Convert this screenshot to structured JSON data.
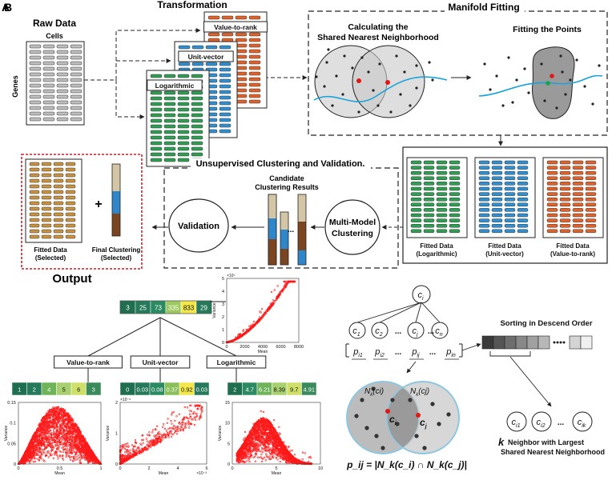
{
  "panel_labels": {
    "a": "A",
    "b": "B"
  },
  "raw": {
    "title": "Raw Data",
    "cols_label": "Cells",
    "rows_label": "Genes"
  },
  "transformation": {
    "title": "Transformation",
    "cards": [
      {
        "label": "Value-to-rank",
        "color": "#e0622a"
      },
      {
        "label": "Unit-vector",
        "color": "#2f8fd0"
      },
      {
        "label": "Logarithmic",
        "color": "#2e9e52"
      }
    ]
  },
  "manifold": {
    "title": "Manifold Fitting",
    "left_title_1": "Calculating the",
    "left_title_2": "Shared Nearest Neighborhood",
    "right_title": "Fitting the Points"
  },
  "fitted": {
    "items": [
      {
        "line1": "Fitted Data",
        "line2": "(Logarithmic)",
        "color": "#2e9e52"
      },
      {
        "line1": "Fitted Data",
        "line2": "(Unit-vector)",
        "color": "#2f8fd0"
      },
      {
        "line1": "Fitted Data",
        "line2": "(Value-to-rank)",
        "color": "#e0622a"
      }
    ]
  },
  "clustering": {
    "title": "Unsupervised Clustering and Validation.",
    "candidate_1": "Candidate",
    "candidate_2": "Clustering Results",
    "multi_1": "Multi-Model",
    "multi_2": "Clustering",
    "validation": "Validation",
    "ellipsis": "...",
    "plus": "+"
  },
  "output": {
    "title": "Output",
    "fitted_1": "Fitted Data",
    "fitted_2": "(Selected)",
    "final_1": "Final Clustering",
    "final_2": "(Selected)"
  },
  "panel_b": {
    "root_values": [
      "3",
      "25",
      "73",
      "335",
      "833",
      "29"
    ],
    "branches": [
      {
        "label": "Value-to-rank",
        "values": [
          "1",
          "2",
          "4",
          "5",
          "6",
          "3"
        ],
        "xticks": [
          "0",
          "0.5",
          "1"
        ],
        "yticks": [
          "0",
          "0.05",
          "0.1",
          "0.15"
        ],
        "ylabel": "Variance",
        "xlabel": "Mean",
        "mult": ""
      },
      {
        "label": "Unit-vector",
        "values": [
          "0",
          "0.03",
          "0.08",
          "0.37",
          "0.92",
          "0.03"
        ],
        "xticks": [
          "0",
          "2",
          "4",
          "6"
        ],
        "yticks": [
          "0",
          "1",
          "2"
        ],
        "ylabel": "Variance",
        "xlabel": "Mean",
        "mult": "×10⁻³",
        "ymult": "×10⁻⁶"
      },
      {
        "label": "Logarithmic",
        "values": [
          "2",
          "4.7",
          "6.21",
          "8.39",
          "9.7",
          "4.91"
        ],
        "xticks": [
          "0",
          "5",
          "10"
        ],
        "yticks": [
          "0",
          "5",
          "10",
          "15"
        ],
        "ylabel": "Variance",
        "xlabel": "Mean",
        "mult": ""
      }
    ],
    "top_plot": {
      "xticks": [
        "0",
        "2000",
        "4000",
        "6000",
        "8000"
      ],
      "yticks": [
        "0",
        "1",
        "2",
        "3",
        "4",
        "5"
      ],
      "ylabel": "Variance",
      "xlabel": "Mean",
      "ymult": "×10⁷"
    },
    "snn": {
      "root": "c",
      "root_sub": "i",
      "children": [
        [
          "c",
          "1"
        ],
        [
          "c",
          "2"
        ],
        [
          "c",
          "j"
        ],
        [
          "c",
          "n"
        ]
      ],
      "probs": [
        [
          "p",
          "i1"
        ],
        [
          "p",
          "i2"
        ],
        [
          "p",
          "ij"
        ],
        [
          "p",
          "in"
        ]
      ],
      "dots": "...",
      "sorting": "Sorting in Descend Order",
      "neighbors": [
        [
          "c",
          "i1"
        ],
        [
          "c",
          "i2"
        ],
        [
          "c",
          "ik"
        ]
      ],
      "k_line1": "Neighbor with Largest",
      "k_line2": "Shared Nearest Neighborhood",
      "k_symbol": "k",
      "formula": "p_ij = |N_k(c_i) ∩ N_k(c_j)|"
    }
  }
}
